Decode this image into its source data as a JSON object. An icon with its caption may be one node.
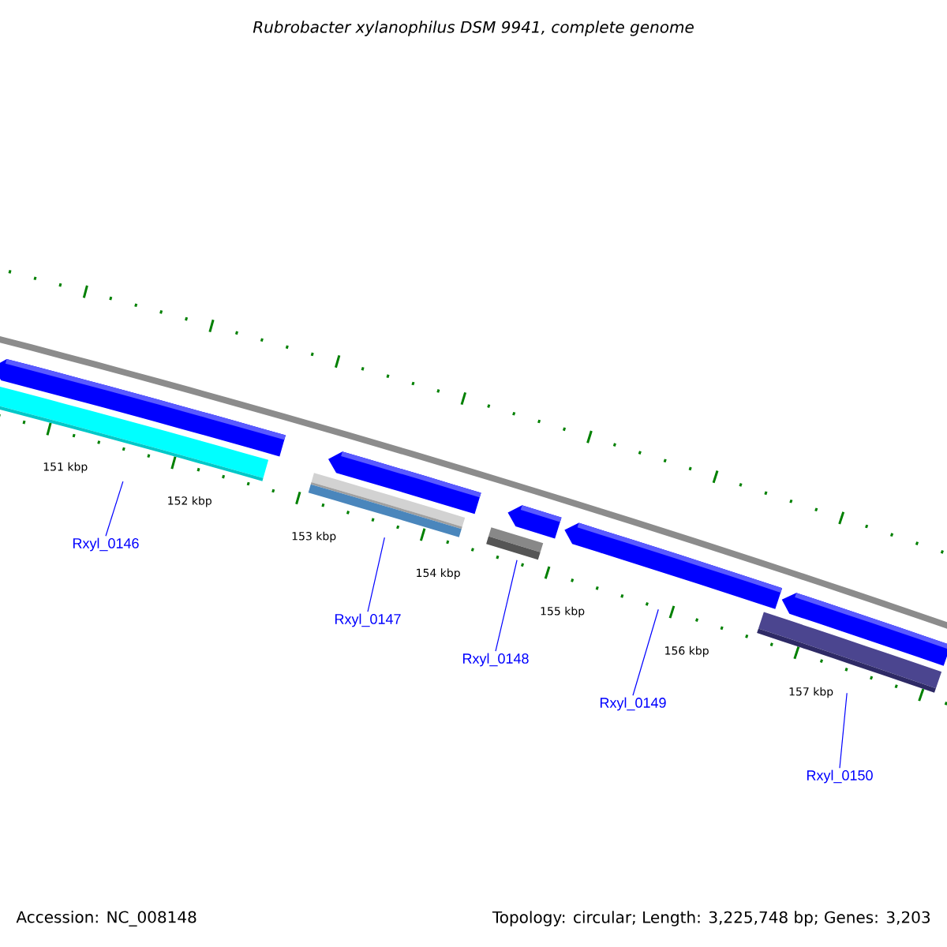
{
  "diagram": {
    "title": "Rubrobacter xylanophilus DSM 9941, complete genome",
    "nodes": [
      {
        "text": [
          "Rxyl_0146"
        ]
      },
      {
        "text": [
          "Rxyl_0147"
        ]
      },
      {
        "text": [
          "Rxyl_0148"
        ]
      },
      {
        "text": [
          "Rxyl_0149"
        ]
      },
      {
        "text": [
          "Rxyl_0150"
        ]
      },
      {
        "text": [],
        "shape": "bar"
      },
      {
        "text": [],
        "shape": "bar"
      },
      {
        "text": [],
        "shape": "bar"
      },
      {
        "text": [],
        "shape": "bar"
      },
      {
        "text": [],
        "shape": "bar"
      }
    ],
    "edges": [
      {
        "from": 0,
        "to": 5,
        "arrow": "none"
      },
      {
        "from": 1,
        "to": 6,
        "arrow": "none"
      },
      {
        "from": 2,
        "to": 7,
        "arrow": "none"
      },
      {
        "from": 3,
        "to": 8,
        "arrow": "none"
      },
      {
        "from": 4,
        "to": 9,
        "arrow": "none"
      }
    ],
    "labels": [
      "151 kbp",
      "152 kbp",
      "153 kbp",
      "154 kbp",
      "155 kbp",
      "156 kbp",
      "157 kbp",
      "Accession: NC_008148",
      "Topology: circular; Length: 3,225,748 bp; Genes: 3,203"
    ]
  }
}
